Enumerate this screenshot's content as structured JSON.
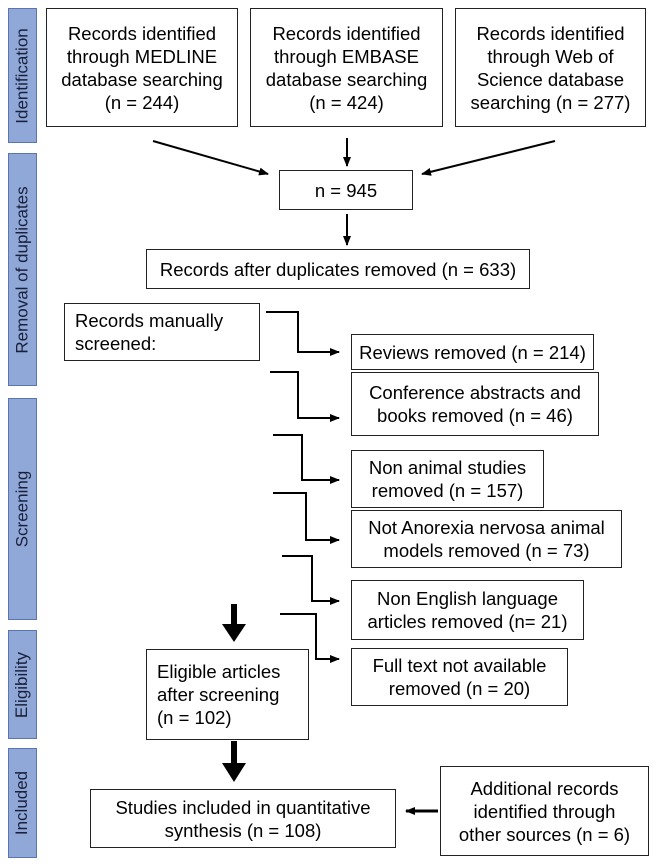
{
  "phases": {
    "identification": "Identification",
    "removal": "Removal of duplicates",
    "screening": "Screening",
    "eligibility": "Eligibility",
    "included": "Included"
  },
  "identification": {
    "medline": "Records identified\nthrough MEDLINE\ndatabase searching\n(n = 244)",
    "embase": "Records identified\nthrough EMBASE\ndatabase searching\n(n = 424)",
    "wos": "Records identified\nthrough Web of\nScience database\nsearching (n = 277)"
  },
  "duplicates": {
    "total": "n = 945",
    "after_removal": "Records after duplicates removed (n = 633)"
  },
  "screening": {
    "manual": "Records manually\nscreened:",
    "reviews": "Reviews removed (n = 214)",
    "conference": "Conference abstracts and\nbooks removed (n = 46)",
    "non_animal": "Non animal studies\nremoved (n = 157)",
    "not_an": "Not Anorexia nervosa animal\nmodels removed (n = 73)",
    "non_english": "Non English language\narticles removed (n= 21)",
    "full_text": "Full text not available\nremoved (n = 20)"
  },
  "eligibility": {
    "eligible": "Eligible articles\nafter screening\n(n = 102)"
  },
  "included": {
    "studies": "Studies included in quantitative\nsynthesis (n = 108)",
    "additional": "Additional records\nidentified through\nother sources (n = 6)"
  }
}
